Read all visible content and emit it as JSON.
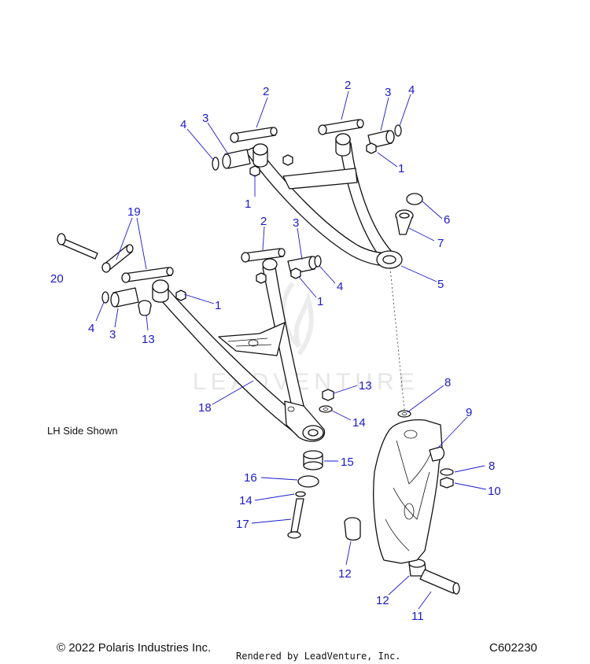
{
  "diagram": {
    "watermark": "LEADVENTURE",
    "note": "LH Side Shown",
    "copyright": "© 2022 Polaris Industries Inc.",
    "rendered_by": "Rendered by LeadVenture, Inc.",
    "diagram_code": "C602230",
    "callouts": [
      {
        "id": "c2a",
        "label": "2"
      },
      {
        "id": "c3a",
        "label": "3"
      },
      {
        "id": "c4a",
        "label": "4"
      },
      {
        "id": "c1a",
        "label": "1"
      },
      {
        "id": "c2b",
        "label": "2"
      },
      {
        "id": "c3b",
        "label": "3"
      },
      {
        "id": "c4b",
        "label": "4"
      },
      {
        "id": "c1b",
        "label": "1"
      },
      {
        "id": "c6",
        "label": "6"
      },
      {
        "id": "c7",
        "label": "7"
      },
      {
        "id": "c5",
        "label": "5"
      },
      {
        "id": "c19",
        "label": "19"
      },
      {
        "id": "c20",
        "label": "20"
      },
      {
        "id": "c2c",
        "label": "2"
      },
      {
        "id": "c3c",
        "label": "3"
      },
      {
        "id": "c4c",
        "label": "4"
      },
      {
        "id": "c1c",
        "label": "1"
      },
      {
        "id": "c1d",
        "label": "1"
      },
      {
        "id": "c4d",
        "label": "4"
      },
      {
        "id": "c3d",
        "label": "3"
      },
      {
        "id": "c13a",
        "label": "13"
      },
      {
        "id": "c18",
        "label": "18"
      },
      {
        "id": "c13b",
        "label": "13"
      },
      {
        "id": "c14a",
        "label": "14"
      },
      {
        "id": "c8a",
        "label": "8"
      },
      {
        "id": "c9",
        "label": "9"
      },
      {
        "id": "c15",
        "label": "15"
      },
      {
        "id": "c16",
        "label": "16"
      },
      {
        "id": "c8b",
        "label": "8"
      },
      {
        "id": "c10",
        "label": "10"
      },
      {
        "id": "c14b",
        "label": "14"
      },
      {
        "id": "c17",
        "label": "17"
      },
      {
        "id": "c12a",
        "label": "12"
      },
      {
        "id": "c12b",
        "label": "12"
      },
      {
        "id": "c11",
        "label": "11"
      }
    ]
  }
}
